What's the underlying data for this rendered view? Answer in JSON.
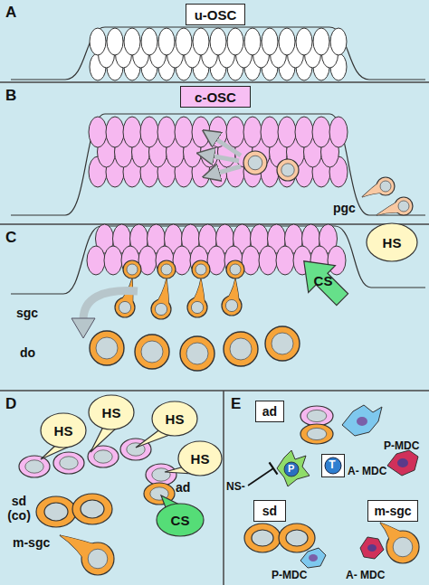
{
  "diagram": {
    "nodes": [
      {
        "text": [
          "u-OSC"
        ]
      },
      {
        "text": [
          "c-OSC"
        ]
      },
      {
        "text": [
          "HS"
        ]
      },
      {
        "text": [
          "CS"
        ]
      },
      {
        "text": [
          "HS"
        ]
      },
      {
        "text": [
          "HS"
        ]
      },
      {
        "text": [
          "HS"
        ]
      },
      {
        "text": [
          "HS"
        ]
      },
      {
        "text": [
          "CS"
        ]
      },
      {
        "text": [
          "ad"
        ]
      },
      {
        "text": [
          "T"
        ]
      },
      {
        "text": [
          "sd"
        ]
      },
      {
        "text": [
          "m-sgc"
        ]
      }
    ],
    "labels": [
      "A",
      "B",
      "pgc",
      "C",
      "sgc",
      "do",
      "D",
      "ad",
      "sd (co)",
      "m-sgc",
      "E",
      "P-MDC",
      "NS-",
      "P",
      "A- MDC",
      "P-MDC",
      "A- MDC"
    ]
  }
}
